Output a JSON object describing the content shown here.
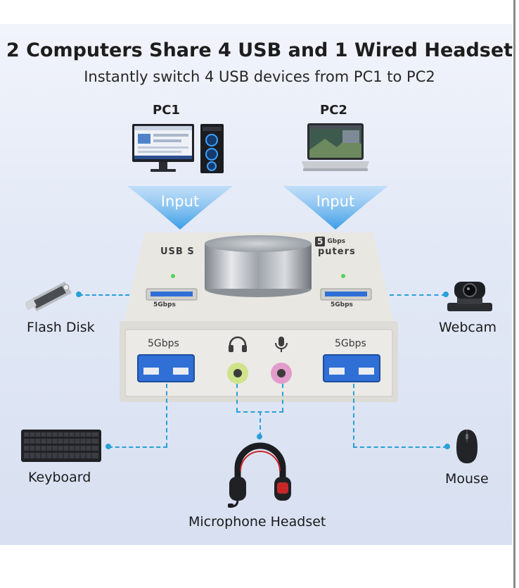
{
  "title": "2 Computers Share 4 USB and 1 Wired Headset",
  "subtitle": "Instantly switch 4 USB devices from PC1 to PC2",
  "pc1": {
    "label": "PC1"
  },
  "pc2": {
    "label": "PC2"
  },
  "arrows": [
    {
      "label": "Input"
    },
    {
      "label": "Input"
    }
  ],
  "device": {
    "top_left_text": "USB S",
    "top_right_speed": "5",
    "top_right_speed_unit": "Gbps",
    "top_right_text": "puters",
    "top_port_speed_left": "5Gbps",
    "top_port_speed_right": "5Gbps",
    "front_port_speed_left": "5Gbps",
    "front_port_speed_right": "5Gbps"
  },
  "peripherals": {
    "flash_disk": "Flash Disk",
    "webcam": "Webcam",
    "keyboard": "Keyboard",
    "mouse": "Mouse",
    "headset": "Microphone Headset"
  },
  "colors": {
    "accent": "#2aa0d8",
    "arrow": "#5fb4ef",
    "headphone_jack": "#cfe38a",
    "mic_jack": "#e29ccc",
    "usb_blue": "#2f6fd6"
  }
}
